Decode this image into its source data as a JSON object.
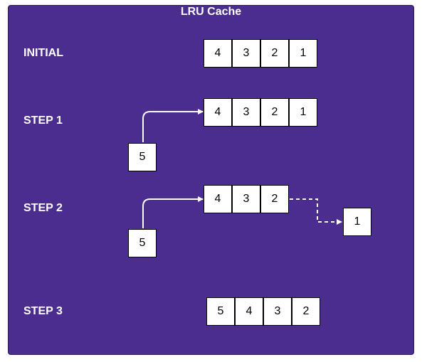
{
  "title": "LRU Cache",
  "colors": {
    "background": "#4b2d8f",
    "box": "#ffffff",
    "text": "#ffffff"
  },
  "steps": {
    "initial": {
      "label": "INITIAL",
      "cells": [
        "4",
        "3",
        "2",
        "1"
      ]
    },
    "step1": {
      "label": "STEP 1",
      "cells": [
        "4",
        "3",
        "2",
        "1"
      ],
      "incoming": "5"
    },
    "step2": {
      "label": "STEP 2",
      "cells": [
        "4",
        "3",
        "2"
      ],
      "incoming": "5",
      "evicted": "1"
    },
    "step3": {
      "label": "STEP 3",
      "cells": [
        "5",
        "4",
        "3",
        "2"
      ]
    }
  }
}
